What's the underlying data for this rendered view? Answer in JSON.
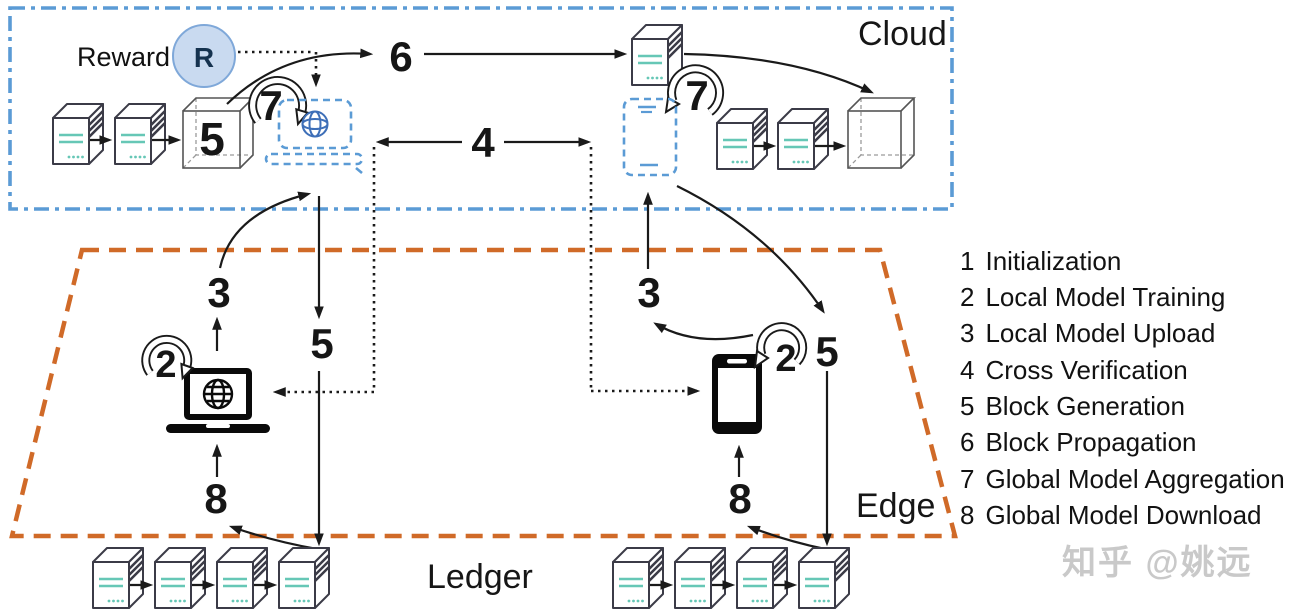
{
  "regions": {
    "cloud": {
      "label": "Cloud"
    },
    "edge": {
      "label": "Edge"
    },
    "ledger": {
      "label": "Ledger"
    }
  },
  "reward": {
    "label": "Reward",
    "token": "R"
  },
  "steps": {
    "n2": "2",
    "n3": "3",
    "n4": "4",
    "n5": "5",
    "n6": "6",
    "n7": "7",
    "n8": "8"
  },
  "candidate_block": {
    "number": "5"
  },
  "legend": {
    "items": [
      {
        "num": "1",
        "label": "Initialization"
      },
      {
        "num": "2",
        "label": "Local Model Training"
      },
      {
        "num": "3",
        "label": "Local Model Upload"
      },
      {
        "num": "4",
        "label": "Cross Verification"
      },
      {
        "num": "5",
        "label": "Block Generation"
      },
      {
        "num": "6",
        "label": "Block Propagation"
      },
      {
        "num": "7",
        "label": "Global Model Aggregation"
      },
      {
        "num": "8",
        "label": "Global Model Download"
      }
    ]
  },
  "watermark": {
    "text": "知乎 @姚远"
  },
  "colors": {
    "cloud_blue": "#5B9BD5",
    "edge_orange": "#D06A28",
    "block_teal": "#66C7B6",
    "reward_fill": "#C9DAF0",
    "model_blue": "#3E6FB8"
  }
}
